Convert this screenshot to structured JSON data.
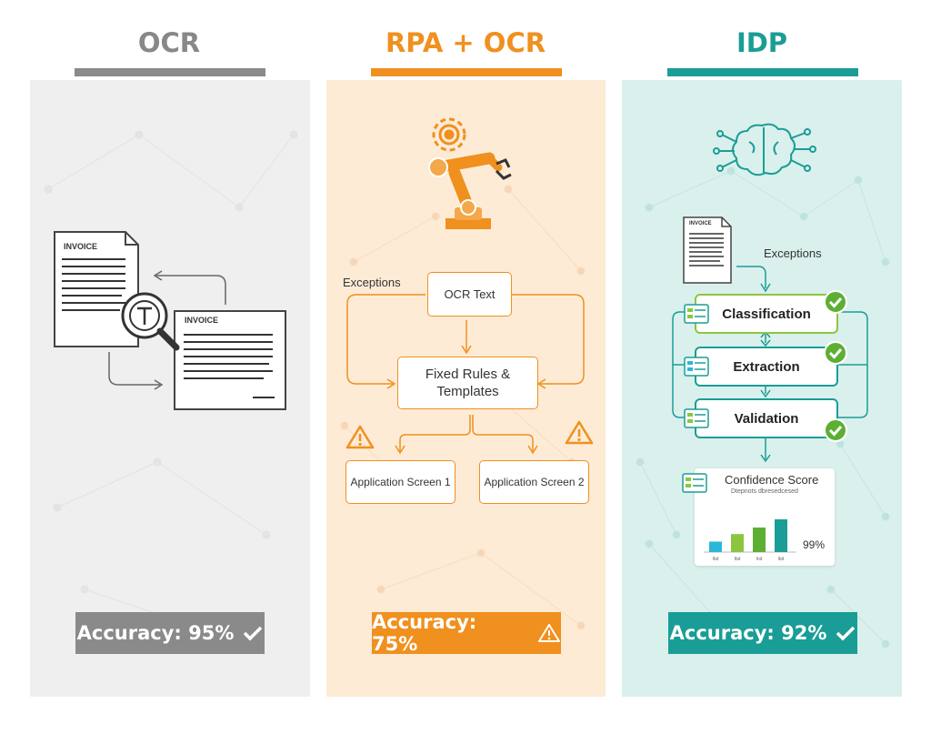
{
  "columns": {
    "ocr": {
      "title": "OCR",
      "color": "#8a8a8a",
      "invoice_labels": [
        "INVOICE",
        "INVOICE"
      ],
      "accuracy": "Accuracy: 95%",
      "status_icon": "check-icon"
    },
    "rpa": {
      "title": "RPA + OCR",
      "color": "#f0901e",
      "exceptions_label": "Exceptions",
      "ocr_text": "OCR Text",
      "fixed_rules": "Fixed Rules & Templates",
      "app_screen_1": "Application Screen 1",
      "app_screen_2": "Application Screen 2",
      "accuracy": "Accuracy: 75%",
      "status_icon": "warning-icon"
    },
    "idp": {
      "title": "IDP",
      "color": "#1a9d96",
      "invoice_label": "INVOICE",
      "exceptions_label": "Exceptions",
      "stages": [
        "Classification",
        "Extraction",
        "Validation"
      ],
      "confidence_title": "Confidence Score",
      "confidence_subtitle": "Dtepnots dbresedcesed",
      "confidence_value": "99%",
      "chart_bars": [
        {
          "label": "Ibd",
          "value": 0.32,
          "color": "#29b8d8"
        },
        {
          "label": "Ibd",
          "value": 0.55,
          "color": "#8cc63f"
        },
        {
          "label": "Ind",
          "value": 0.75,
          "color": "#5daf34"
        },
        {
          "label": "Ibd",
          "value": 1.0,
          "color": "#1a9d96"
        }
      ],
      "accuracy": "Accuracy: 92%",
      "status_icon": "check-icon"
    }
  }
}
